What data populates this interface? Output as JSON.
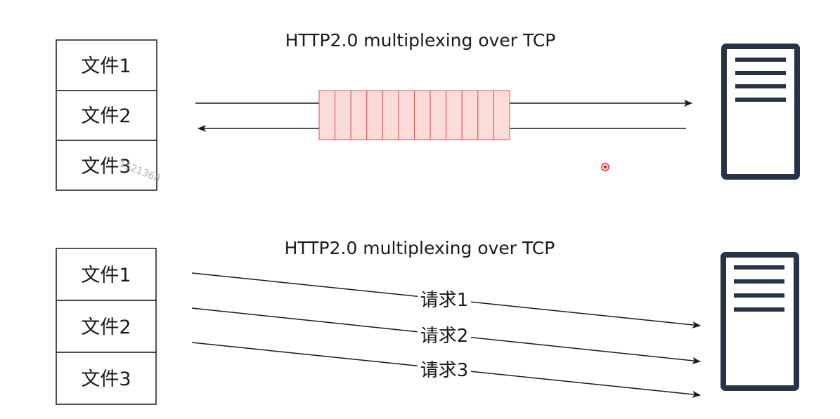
{
  "colors": {
    "stroke": "#1a1a1a",
    "server": "#283347",
    "frame_fill": "#fbdcd9",
    "frame_stroke": "#d9534f",
    "pointer": "#e8282b"
  },
  "top_diagram": {
    "title": "HTTP2.0 multiplexing over TCP",
    "files": [
      "文件1",
      "文件2",
      "文件3"
    ],
    "watermark": "1521368",
    "frame_count": 12,
    "server_icon": "server-icon"
  },
  "bottom_diagram": {
    "title": "HTTP2.0 multiplexing over TCP",
    "files": [
      "文件1",
      "文件2",
      "文件3"
    ],
    "requests": [
      "请求1",
      "请求2",
      "请求3"
    ],
    "server_icon": "server-icon"
  }
}
